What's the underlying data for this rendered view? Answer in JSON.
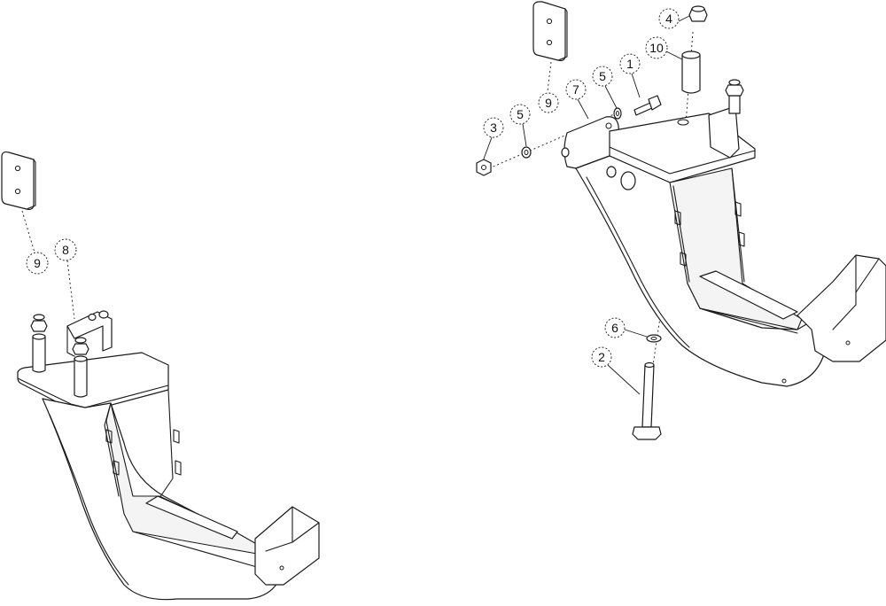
{
  "diagram": {
    "left_assembly": {
      "callouts": [
        {
          "id": "l9",
          "label": "9"
        },
        {
          "id": "l8",
          "label": "8"
        }
      ]
    },
    "right_assembly": {
      "callouts": [
        {
          "id": "r4",
          "label": "4"
        },
        {
          "id": "r10",
          "label": "10"
        },
        {
          "id": "r1",
          "label": "1"
        },
        {
          "id": "r5a",
          "label": "5"
        },
        {
          "id": "r7",
          "label": "7"
        },
        {
          "id": "r9",
          "label": "9"
        },
        {
          "id": "r5b",
          "label": "5"
        },
        {
          "id": "r3",
          "label": "3"
        },
        {
          "id": "r6",
          "label": "6"
        },
        {
          "id": "r2",
          "label": "2"
        }
      ]
    }
  }
}
